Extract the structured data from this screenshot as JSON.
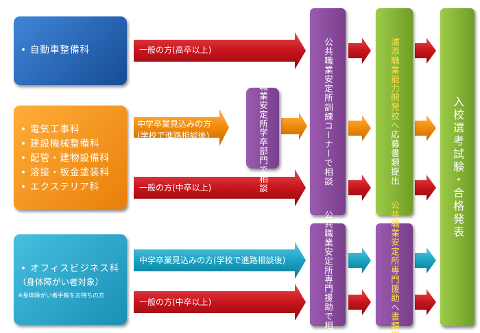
{
  "rows": [
    {
      "courses": [
        "自動車整備科"
      ],
      "paths": [
        "一般の方(高卒以上)"
      ]
    },
    {
      "courses": [
        "電気工事科",
        "建設機械整備科",
        "配管・建物設備科",
        "溶接・板金塗装科",
        "エクステリア科"
      ],
      "paths": [
        "中学卒業見込みの方",
        "(学校で進路相談後)",
        "一般の方(中卒以上)"
      ]
    },
    {
      "courses": [
        "オフィスビジネス科"
      ],
      "course_qualifier": "（身体障がい者対象）",
      "course_note": "※身体障がい者手帳をお持ちの方",
      "paths": [
        "中学卒業見込みの方(学校で進路相談後)",
        "一般の方(中卒以上)"
      ]
    }
  ],
  "offices": {
    "gakusotsu": [
      "公共職業安定所",
      "学卒部門で相談"
    ],
    "kunren": [
      "公共職業安定所",
      "訓練コーナーで相談"
    ],
    "senmon": [
      "公共職業安定所",
      "専門援助で相談"
    ]
  },
  "application": {
    "school": [
      "浦添職業能力開発校へ",
      "応募書類提出"
    ],
    "senmon": [
      "公共職業安定所",
      "専門援助へ書類提出"
    ]
  },
  "final_step": [
    "入校選考試験・合格発表"
  ],
  "colors": {
    "blue": "#1f62b4",
    "orange": "#f4930f",
    "cyan": "#2aa8cc",
    "purple": "#8a4d9c",
    "green": "#86b837",
    "red_arrow": "#c8141c",
    "orange_arrow": "#f08a0c",
    "cyan_arrow": "#1aa3c4",
    "yellow_text": "#ffe14a"
  }
}
